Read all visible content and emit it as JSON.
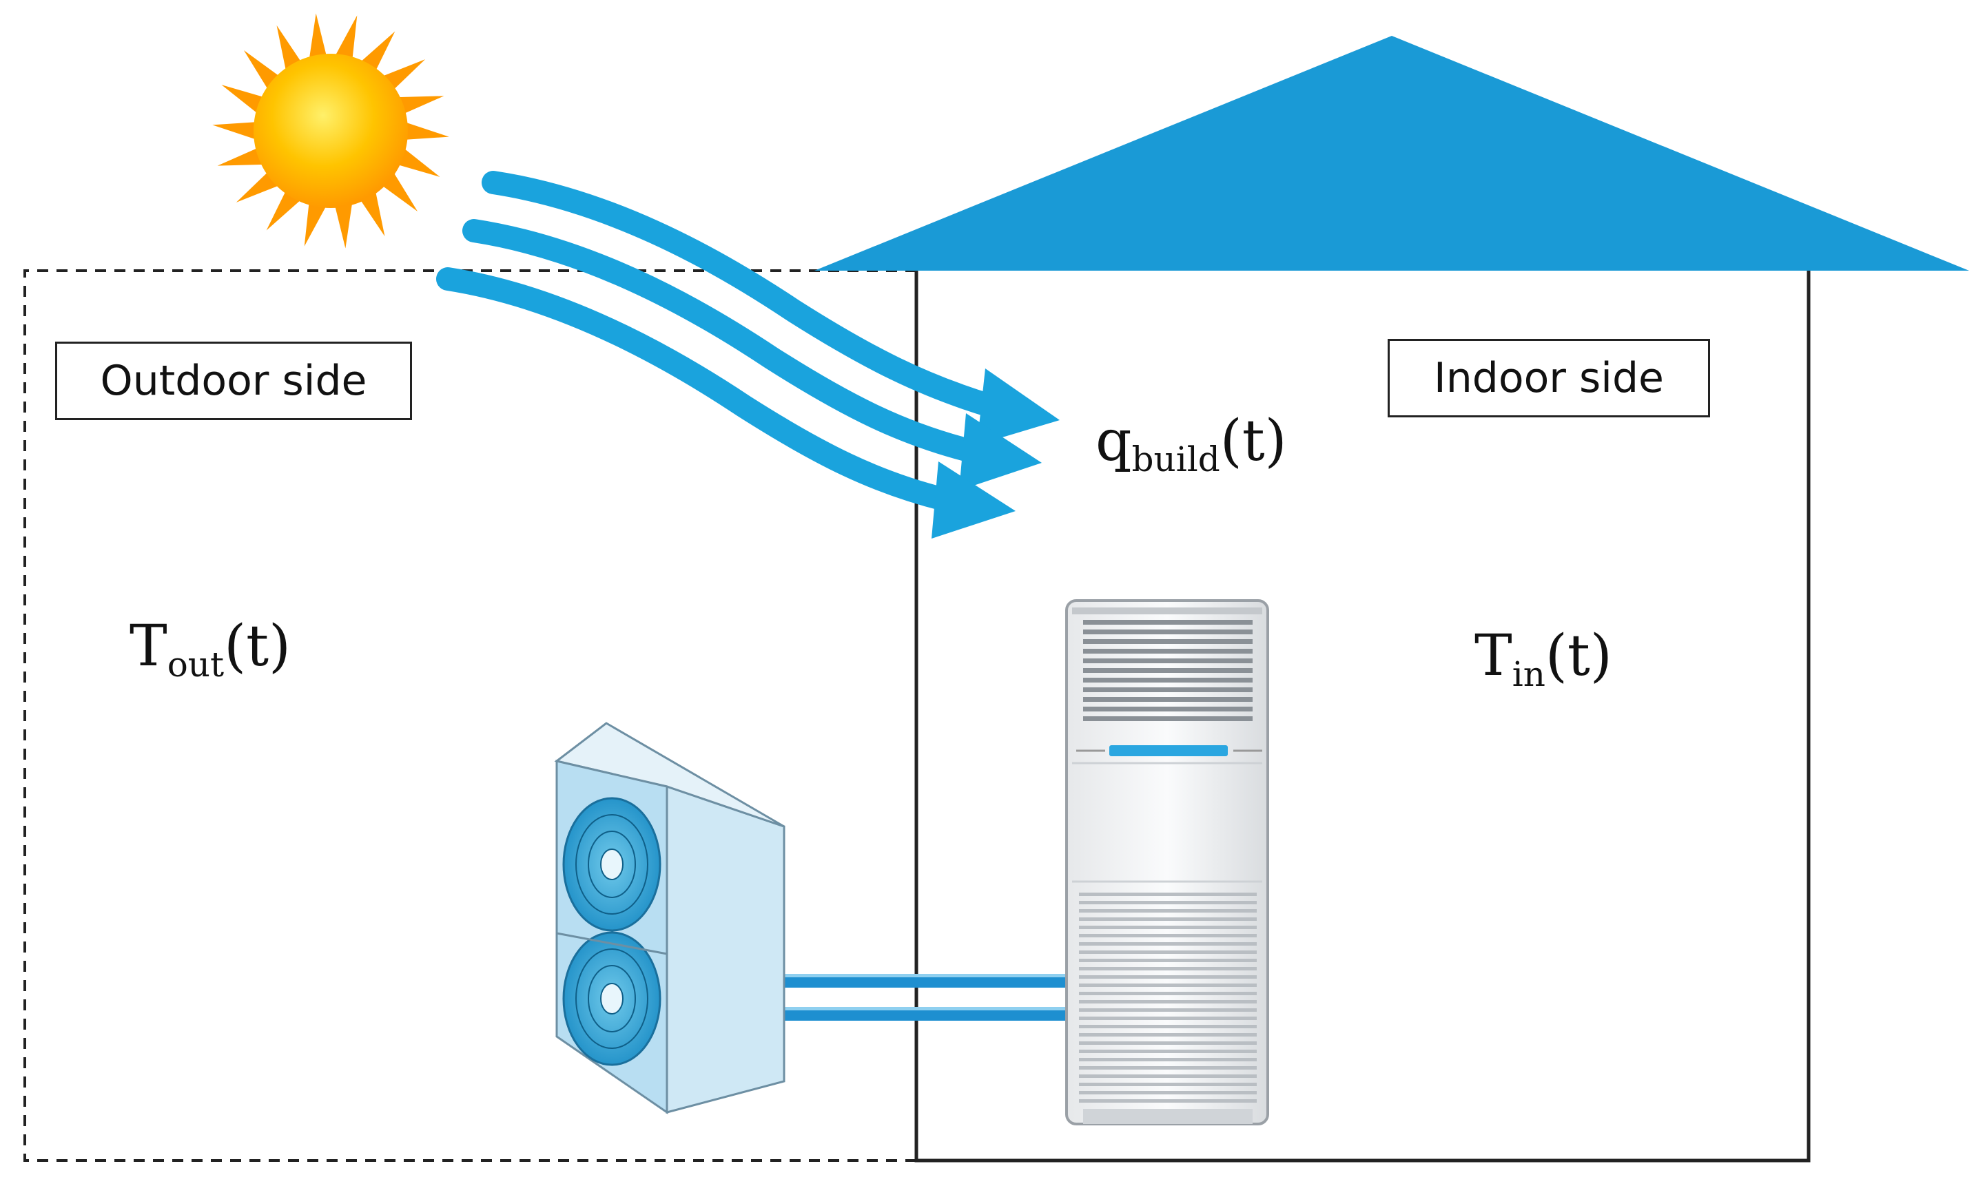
{
  "labels": {
    "outdoor_side": "Outdoor side",
    "indoor_side": "Indoor side"
  },
  "symbols": {
    "q_build": {
      "base": "q",
      "sub": "build",
      "arg": "(t)"
    },
    "t_out": {
      "base": "T",
      "sub": "out",
      "arg": "(t)"
    },
    "t_in": {
      "base": "T",
      "sub": "in",
      "arg": "(t)"
    }
  },
  "colors": {
    "roof": "#1a9ad6",
    "heat_arrows": "#1aa3dd",
    "refrigerant_pipes": "#1e8fd0",
    "sun_core": "#ffb300",
    "sun_rays": "#ff9a00",
    "outlines": "#222222"
  },
  "icons": [
    "sun-icon",
    "heat-flow-arrows",
    "outdoor-ac-unit-icon",
    "indoor-ac-unit-icon"
  ]
}
